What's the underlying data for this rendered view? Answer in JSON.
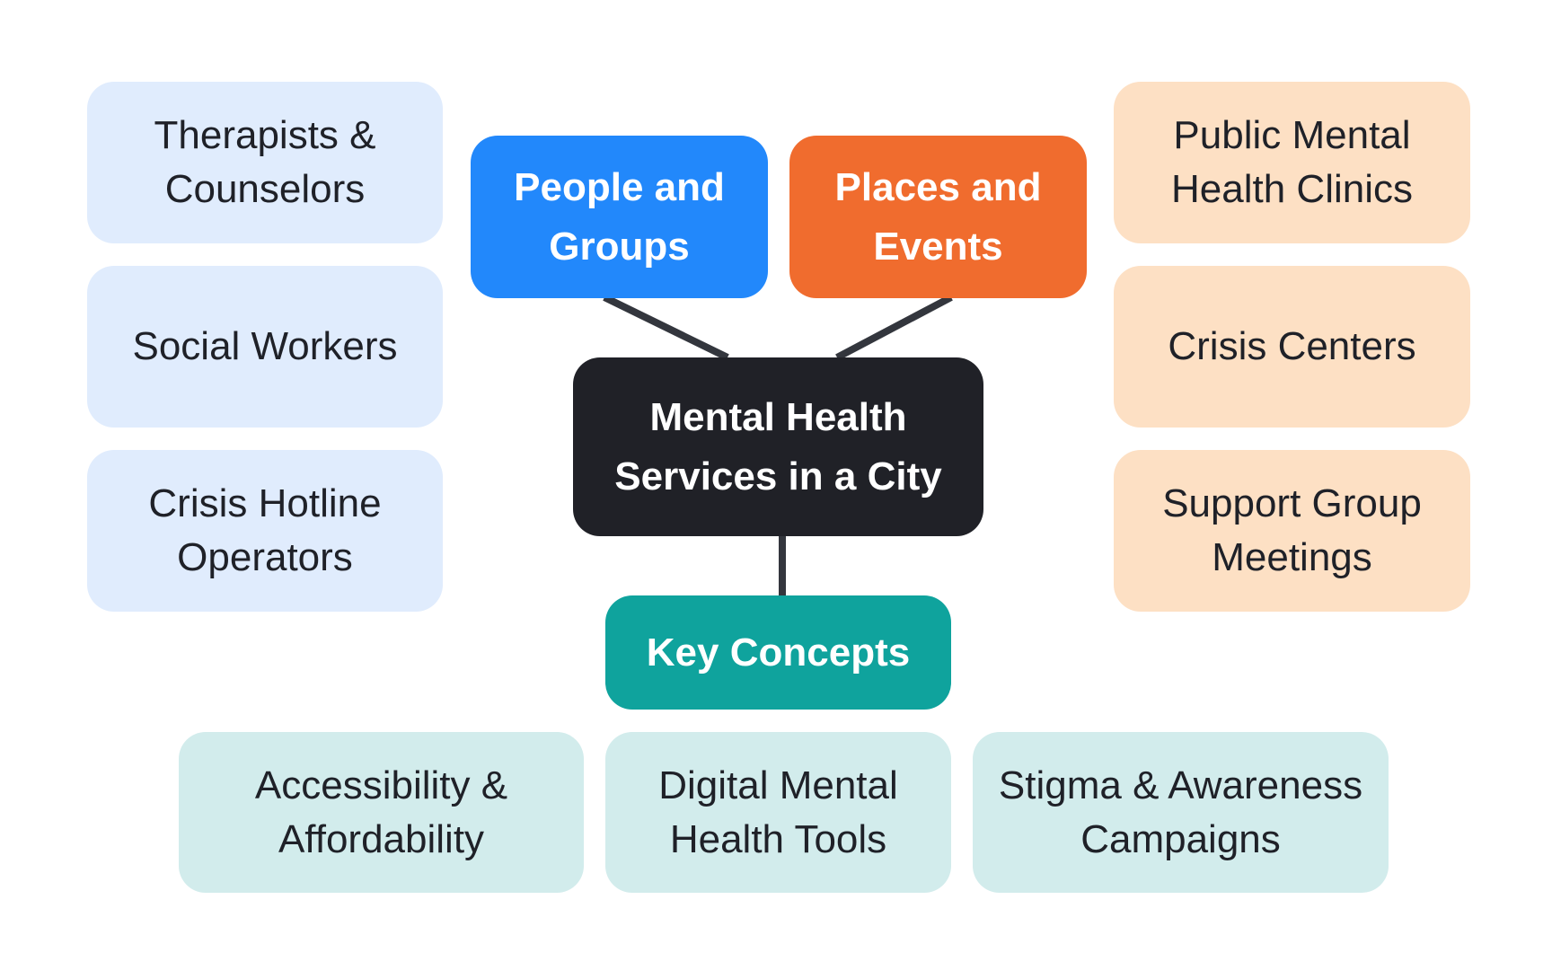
{
  "center": {
    "label": "Mental Health Services in a City"
  },
  "hubs": {
    "people": {
      "label": "People and Groups",
      "color": "#2288fb"
    },
    "places": {
      "label": "Places and Events",
      "color": "#f06c2e"
    },
    "concepts": {
      "label": "Key Concepts",
      "color": "#0fa39d"
    }
  },
  "people_items": [
    {
      "label": "Therapists & Counselors"
    },
    {
      "label": "Social Workers"
    },
    {
      "label": "Crisis Hotline Operators"
    }
  ],
  "places_items": [
    {
      "label": "Public Mental Health Clinics"
    },
    {
      "label": "Crisis Centers"
    },
    {
      "label": "Support Group Meetings"
    }
  ],
  "concept_items": [
    {
      "label": "Accessibility & Affordability"
    },
    {
      "label": "Digital Mental Health Tools"
    },
    {
      "label": "Stigma & Awareness Campaigns"
    }
  ],
  "colors": {
    "center_bg": "#202127",
    "connector": "#33363d",
    "people_leaf_bg": "#e0ecfd",
    "places_leaf_bg": "#fde0c4",
    "concept_leaf_bg": "#d2ecec",
    "leaf_text": "#1f2128"
  }
}
